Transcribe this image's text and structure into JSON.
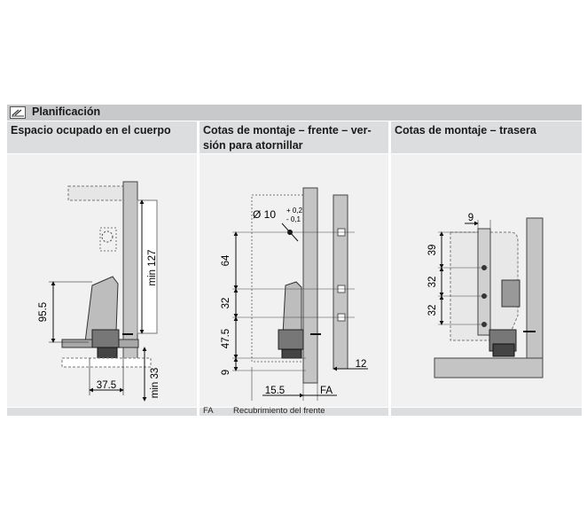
{
  "header": {
    "title": "Planificación"
  },
  "columns": [
    {
      "heading": "Espacio ocupado en el cuerpo"
    },
    {
      "heading_line1": "Cotas de montaje – frente – ver-",
      "heading_line2": "sión para atornillar"
    },
    {
      "heading": "Cotas de montaje – trasera"
    }
  ],
  "diagram1": {
    "dim_95_5": "95.5",
    "dim_min127": "min 127",
    "dim_37_5": "37.5",
    "dim_min33": "min 33"
  },
  "diagram2": {
    "dim_diam": "Ø 10",
    "tol_plus": "+ 0,2",
    "tol_minus": "- 0,1",
    "dim_64": "64",
    "dim_32": "32",
    "dim_47_5": "47.5",
    "dim_9": "9",
    "dim_15_5": "15.5",
    "dim_fa": "FA",
    "dim_12": "12"
  },
  "diagram3": {
    "dim_9": "9",
    "dim_39": "39",
    "dim_32a": "32",
    "dim_32b": "32"
  },
  "footnote": {
    "abbr": "FA",
    "text": "Recubrimiento del frente"
  },
  "colors": {
    "bar": "#c8c9cb",
    "head": "#dcdddf",
    "panel": "#f1f1f2",
    "part": "#bfbfbf"
  }
}
